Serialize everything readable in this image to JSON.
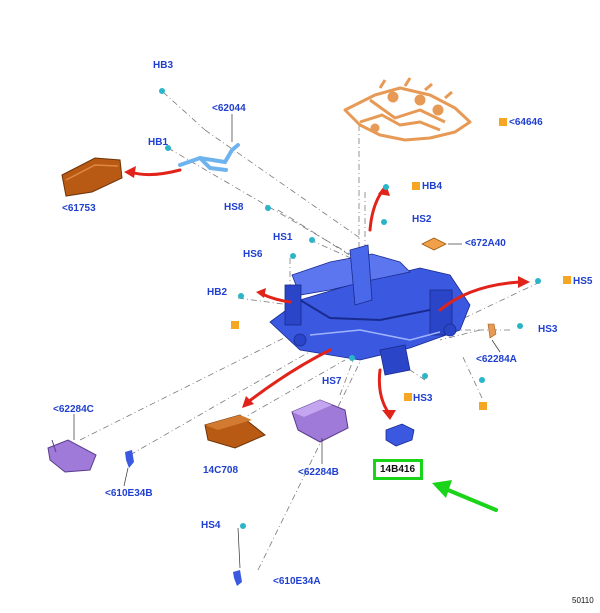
{
  "labels": {
    "hb3": "HB3",
    "p62044": "<62044",
    "hb1": "HB1",
    "p61753": "<61753",
    "p64646": "<64646",
    "hb4": "HB4",
    "hs8": "HS8",
    "hs2": "HS2",
    "hs1": "HS1",
    "p672a40": "<672A40",
    "hs6": "HS6",
    "hs5": "HS5",
    "hb2": "HB2",
    "hs3a": "HS3",
    "p62284a": "<62284A",
    "hs7": "HS7",
    "hs3b": "HS3",
    "p62284c": "<62284C",
    "p14c708": "14C708",
    "p62284b": "<62284B",
    "p14b416": "14B416",
    "p610e34b": "<610E34B",
    "hs4": "HS4",
    "p610e34a": "<610E34A"
  },
  "figure_number": "50110",
  "colors": {
    "label_blue": "#1f3fcf",
    "frame_blue": "#3a58e0",
    "harness_orange": "#e79a55",
    "cover_brown": "#b85a14",
    "trim_purple": "#a07ad8",
    "arrow_red": "#e2231a",
    "highlight_green": "#19d419",
    "fastener_cyan": "#2ab6c8",
    "marker_orange": "#f5a623"
  }
}
